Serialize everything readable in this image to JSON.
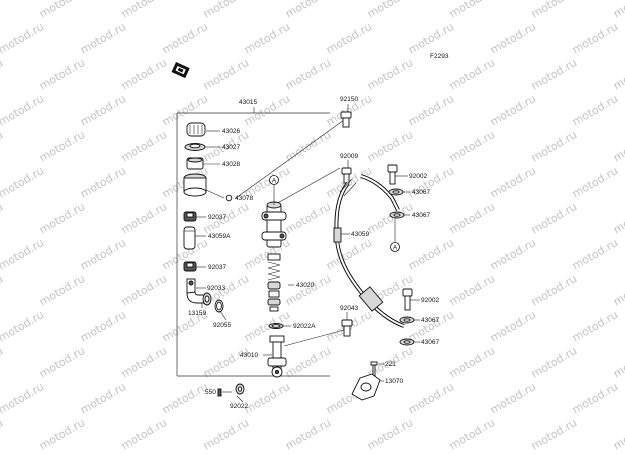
{
  "diagram": {
    "code": "F2293",
    "watermark_text": "motod.ru",
    "refs": {
      "kit": "43015",
      "cap": "43026",
      "diaphragm": "43027",
      "plate": "43028",
      "reservoir": "43078",
      "clip_upper": "92037",
      "hose_short": "43059A",
      "clip_lower": "92037",
      "elbow": "92033",
      "grommet": "13159",
      "oring": "92055",
      "piston_kit": "43020",
      "circlip": "92022A",
      "pushrod": "43010",
      "nut": "550",
      "washer_bottom": "92022",
      "bolt_top": "92150",
      "bolt_mid": "92009",
      "banjo_bolt_upper": "92002",
      "gasket_1": "43067",
      "gasket_2": "43067",
      "brake_hose": "43059",
      "bolt_guard": "92043",
      "banjo_bolt_lower": "92002",
      "gasket_3": "43067",
      "gasket_4": "43067",
      "pin": "221",
      "guard": "13070"
    },
    "callouts": {
      "a_upper": "A",
      "a_right": "A"
    }
  }
}
